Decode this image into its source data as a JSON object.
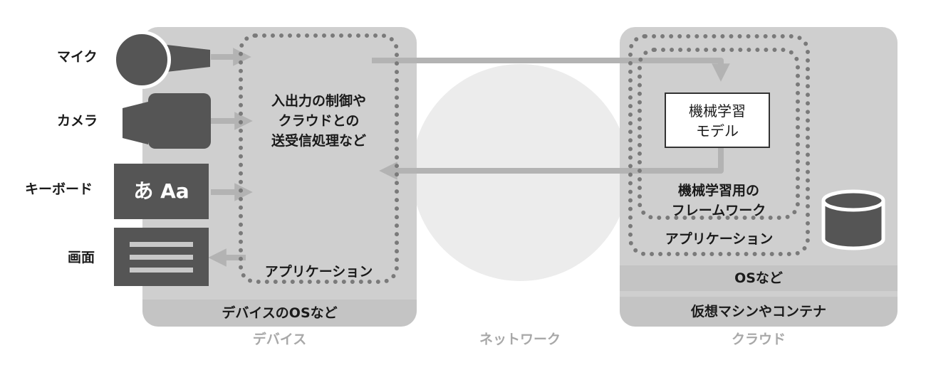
{
  "devices": {
    "mic_label": "マイク",
    "camera_label": "カメラ",
    "keyboard_label": "キーボード",
    "keyboard_icon_text": "あ Aa",
    "screen_label": "画面"
  },
  "device_side": {
    "control_text": [
      "入出力の制御や",
      "クラウドとの",
      "送受信処理など"
    ],
    "app_label": "アプリケーション",
    "os_label": "デバイスのOSなど",
    "caption": "デバイス"
  },
  "network": {
    "caption": "ネットワーク"
  },
  "cloud_side": {
    "model_text": [
      "機械学習",
      "モデル"
    ],
    "framework_text": [
      "機械学習用の",
      "フレームワーク"
    ],
    "app_label": "アプリケーション",
    "os_label": "OSなど",
    "vm_label": "仮想マシンやコンテナ",
    "caption": "クラウド",
    "storage_icon": "database-icon"
  },
  "colors": {
    "panel": "#cfcfcf",
    "dark_icon": "#555555",
    "arrow": "#b3b3b3",
    "dotted_border": "#7a7a7a"
  }
}
